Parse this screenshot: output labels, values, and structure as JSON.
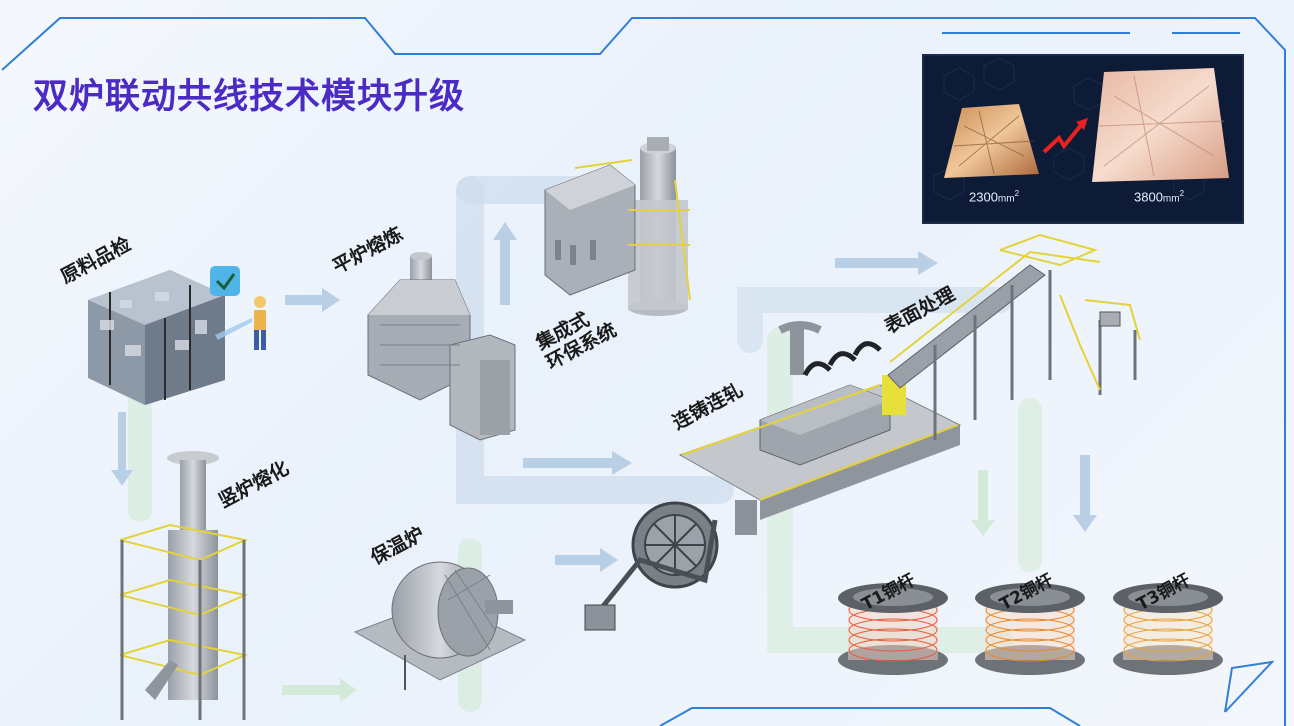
{
  "title": "双炉联动共线技术模块升级",
  "stations": {
    "raw_inspection": "原料品检",
    "flat_furnace": "平炉熔炼",
    "environmental": [
      "集成式",
      "环保系统"
    ],
    "shaft_furnace": "竖炉熔化",
    "holding_furnace": "保温炉",
    "casting_rolling": "连铸连轧",
    "surface_treatment": "表面处理"
  },
  "products": [
    "T1铜杆",
    "T2铜杆",
    "T3铜杆"
  ],
  "inset": {
    "before_value": "2300",
    "after_value": "3800",
    "unit": "mm",
    "unit_sup": "2"
  },
  "colors": {
    "title": "#4b2bc4",
    "frame": "#2f7fd6",
    "flow_arrow": "#b9cfe6",
    "green_flow": "#d3ead8",
    "trend_arrow": "#e8231f",
    "coil_t1": "#e85a3a",
    "coil_t2": "#e8882a",
    "coil_t3": "#e8a03a"
  }
}
